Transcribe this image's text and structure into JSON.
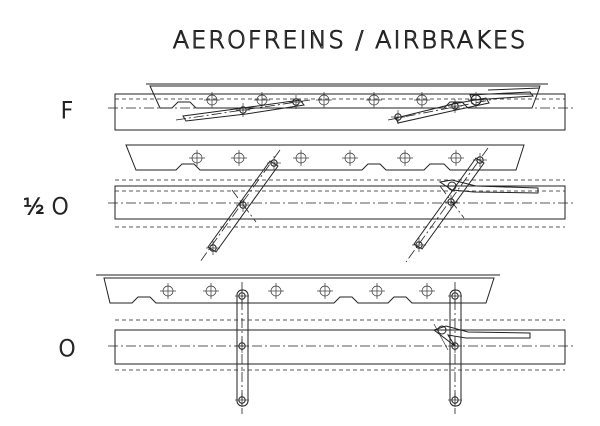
{
  "title": "AEROFREINS / AIRBRAKES",
  "positions": [
    {
      "label": "F"
    },
    {
      "label": "½ O"
    },
    {
      "label": "O"
    }
  ]
}
